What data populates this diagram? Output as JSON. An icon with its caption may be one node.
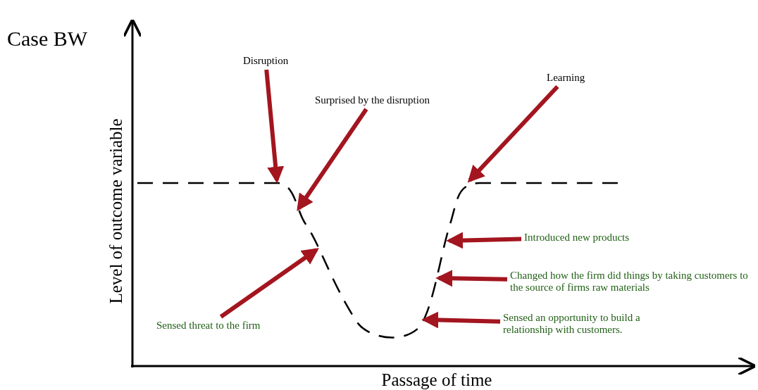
{
  "diagram": {
    "title": "Case BW",
    "nodes": [
      {
        "text": [
          "Disruption"
        ]
      },
      {
        "text": [
          "Surprised by the disruption"
        ]
      },
      {
        "text": [
          "Learning"
        ]
      },
      {
        "text": [
          "Introduced new products"
        ]
      },
      {
        "text": [
          "Changed how the firm did things by taking customers to the source of firms raw materials"
        ]
      },
      {
        "text": [
          "Sensed an opportunity to build a relationship with customers."
        ]
      },
      {
        "text": [
          "Sensed threat to the firm"
        ]
      }
    ],
    "edges": [
      {
        "from": 0,
        "to": null,
        "arrow": "to"
      },
      {
        "from": 1,
        "to": null,
        "arrow": "to"
      },
      {
        "from": 2,
        "to": null,
        "arrow": "to"
      },
      {
        "from": 3,
        "to": null,
        "arrow": "to"
      },
      {
        "from": 4,
        "to": null,
        "arrow": "to"
      },
      {
        "from": 5,
        "to": null,
        "arrow": "to"
      },
      {
        "from": 6,
        "to": null,
        "arrow": "to"
      }
    ],
    "labels": [
      "Level of outcome variable",
      "Passage of time"
    ]
  }
}
